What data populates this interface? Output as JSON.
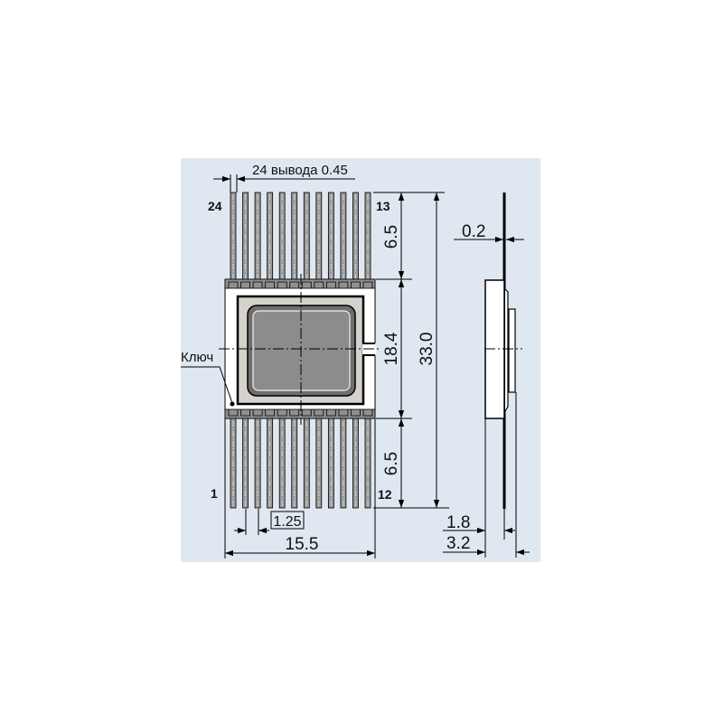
{
  "drawing": {
    "pin_count_label": "24 вывода 0.45",
    "pin_labels": {
      "top_left": "24",
      "top_right": "13",
      "bottom_left": "1",
      "bottom_right": "12"
    },
    "key_label": "Ключ",
    "dimensions": {
      "lead_length_top": "6.5",
      "body_height": "18.4",
      "total_length": "33.0",
      "lead_length_bottom": "6.5",
      "pitch": "1.25",
      "body_width": "15.5",
      "lead_thickness": "0.2",
      "body_thickness": "1.8",
      "total_thickness": "3.2"
    },
    "lead_count_per_side": 12
  },
  "colors": {
    "background": "#dfe8f1",
    "chip": "#8c8c8c",
    "frame": "#d5d1cc",
    "lead": "#9a9a9a"
  }
}
